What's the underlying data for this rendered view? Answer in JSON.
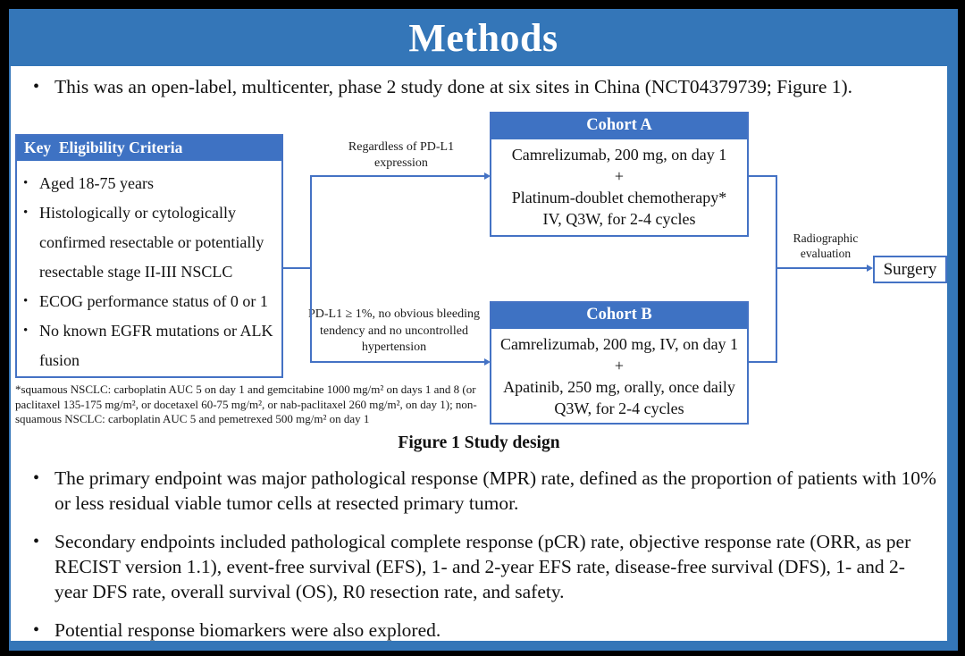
{
  "title": "Methods",
  "intro": "This was an open-label, multicenter, phase 2 study done at six sites in China (NCT04379739; Figure 1).",
  "figure": {
    "eligibility": {
      "header": "Key  Eligibility Criteria",
      "items": [
        "Aged 18-75 years",
        "Histologically or cytologically confirmed resectable or potentially resectable stage II-III NSCLC",
        "ECOG performance status of 0 or 1",
        "No known EGFR mutations or ALK fusion"
      ]
    },
    "branch_a_label": "Regardless of PD-L1 expression",
    "branch_b_label": "PD-L1 ≥ 1%, no obvious bleeding tendency and no uncontrolled hypertension",
    "cohort_a": {
      "header": "Cohort A",
      "lines": [
        "Camrelizumab, 200 mg, on day 1",
        "+",
        "Platinum-doublet chemotherapy*",
        "IV, Q3W, for 2-4 cycles"
      ]
    },
    "cohort_b": {
      "header": "Cohort B",
      "lines": [
        "Camrelizumab, 200 mg, IV, on day 1",
        "+",
        "Apatinib, 250 mg, orally, once daily",
        "Q3W, for 2-4 cycles"
      ]
    },
    "evaluation_label": "Radiographic evaluation",
    "surgery_label": "Surgery",
    "footnote": "*squamous NSCLC: carboplatin AUC 5 on day 1 and gemcitabine 1000 mg/m² on days 1 and 8 (or paclitaxel 135-175 mg/m², or docetaxel 60-75 mg/m², or nab-paclitaxel 260 mg/m², on day 1); non-squamous NSCLC: carboplatin AUC 5 and pemetrexed 500 mg/m² on day 1",
    "caption": "Figure 1 Study design"
  },
  "bullets": [
    "The primary endpoint was major pathological response (MPR) rate, defined as the proportion of patients with 10% or less residual viable tumor cells at resected primary tumor.",
    "Secondary endpoints included pathological complete response (pCR) rate, objective response rate (ORR, as per RECIST version 1.1), event-free survival (EFS), 1- and 2-year EFS rate, disease-free survival (DFS), 1- and 2-year DFS rate, overall survival (OS), R0 resection rate, and safety.",
    "Potential response biomarkers were also explored."
  ],
  "colors": {
    "frame_blue": "#3476b8",
    "box_header_blue": "#3e72c3",
    "line_blue": "#4472c4",
    "background": "#000000"
  }
}
